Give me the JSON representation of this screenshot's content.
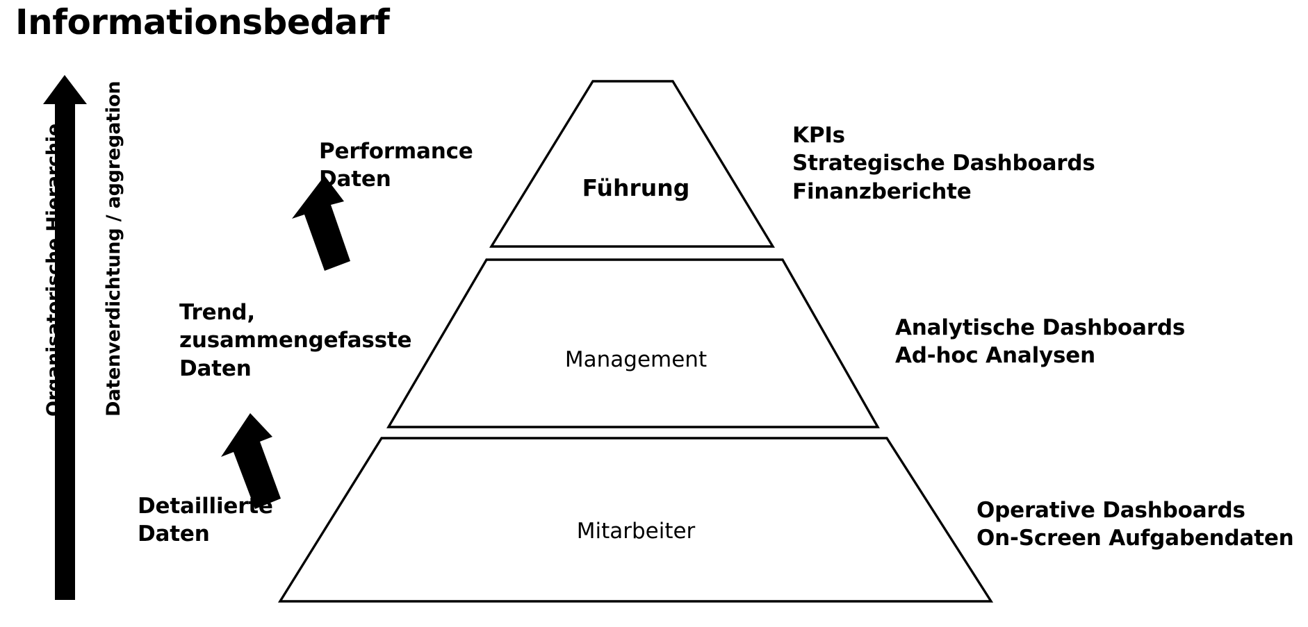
{
  "title": "Informationsbedarf",
  "axes": {
    "left_label": "Organisatorische Hierarchie",
    "right_label": "Datenverdichtung / aggregation",
    "arrow_icon": "up-arrow-icon",
    "arrow_color": "#000000"
  },
  "pyramid": {
    "stroke_color": "#000000",
    "fill_color": "#ffffff",
    "tiers": [
      {
        "name": "fuehrung",
        "label": "Führung",
        "outputs": [
          "KPIs",
          "Strategische Dashboards",
          "Finanzberichte"
        ],
        "outputs_text": "KPIs\nStrategische Dashboards\nFinanzberichte"
      },
      {
        "name": "management",
        "label": "Management",
        "outputs": [
          "Analytische Dashboards",
          "Ad-hoc Analysen"
        ],
        "outputs_text": "Analytische Dashboards\nAd-hoc Analysen"
      },
      {
        "name": "mitarbeiter",
        "label": "Mitarbeiter",
        "outputs": [
          "Operative Dashboards",
          "On-Screen Aufgabendaten"
        ],
        "outputs_text": "Operative Dashboards\nOn-Screen Aufgabendaten"
      }
    ]
  },
  "flow_notes": [
    {
      "name": "performance-daten",
      "lines": [
        "Performance",
        "Daten"
      ],
      "text": "Performance\nDaten",
      "arrow_icon": "diagonal-up-arrow-icon"
    },
    {
      "name": "trend-zusammengefasste-daten",
      "lines": [
        "Trend,",
        "zusammengefasste",
        "Daten"
      ],
      "text": "Trend,\nzusammengefasste\nDaten",
      "arrow_icon": "diagonal-up-arrow-icon"
    },
    {
      "name": "detaillierte-daten",
      "lines": [
        "Detaillierte",
        "Daten"
      ],
      "text": "Detaillierte\nDaten",
      "arrow_icon": "none"
    }
  ]
}
